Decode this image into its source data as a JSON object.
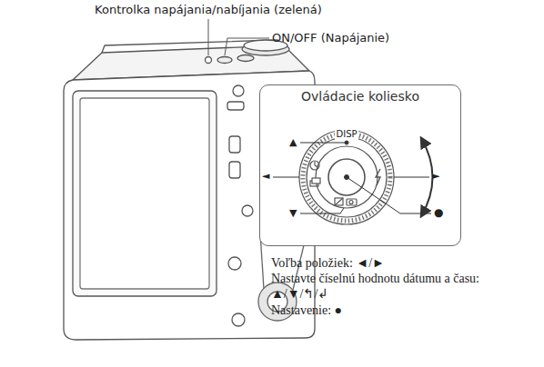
{
  "diagram": {
    "nodes": [
      {
        "text": [
          "Ovládacie koliesko"
        ]
      }
    ],
    "labels": [
      "Kontrolka napájania/nabíjania (zelená)",
      "ON/OFF (Napájanie)",
      "DISP",
      "▲",
      "◄",
      "►",
      "▼",
      "●",
      "Voľba položiek: ◄/►",
      "Nastavte číselnú hodnotu dátumu a času: ▲/▼/↰/↲",
      "Nastavenie: ●"
    ]
  }
}
